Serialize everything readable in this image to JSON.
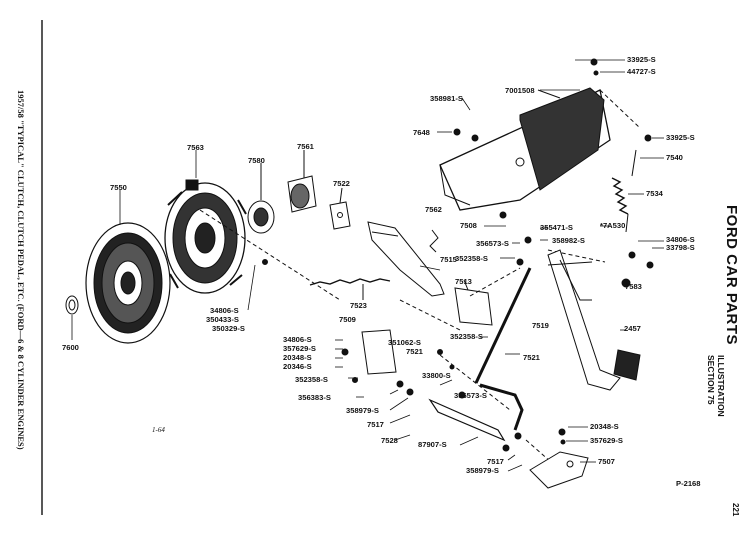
{
  "page": {
    "side_title": "1957/58 \"TYPICAL\" CLUTCH, CLUTCH PEDAL, ETC. (FORD—6 & 8 CYLINDER ENGINES)",
    "brand": "FORD CAR PARTS",
    "illustration_line1": "ILLUSTRATION",
    "illustration_line2": "SECTION 75",
    "page_number": "221",
    "plate_code": "P-2168",
    "small_mark": "1-64"
  },
  "parts": {
    "p7600": "7600",
    "p7550": "7550",
    "p7563": "7563",
    "p7580": "7580",
    "p7561": "7561",
    "p7522": "7522",
    "p34806a": "34806-S",
    "p350433": "350433-S",
    "p350329": "350329-S",
    "p7562": "7562",
    "p7523": "7523",
    "p7515": "7515",
    "p7513": "7513",
    "p7509": "7509",
    "p34806b": "34806-S",
    "p357629a": "357629-S",
    "p20348a": "20348-S",
    "p20346": "20346-S",
    "p351062": "351062-S",
    "p7521a": "7521",
    "p352358a": "352358-S",
    "p352358b": "352358-S",
    "p33800": "33800-S",
    "p356383": "356383-S",
    "p358979a": "358979-S",
    "p7517a": "7517",
    "p7528": "7528",
    "p87907": "87907-S",
    "p7517b": "7517",
    "p358979b": "358979-S",
    "p356573a": "356573-S",
    "p7521b": "7521",
    "p352358c": "352358-S",
    "p356573b": "356573-S",
    "p355471": "355471-S",
    "p358982": "358982-S",
    "p7508": "7508",
    "p7519": "7519",
    "p7648": "7648",
    "p358981": "358981-S",
    "p7001508": "7001508",
    "p33925a": "33925-S",
    "p44727": "44727-S",
    "p33925b": "33925-S",
    "p7540": "7540",
    "p7534": "7534",
    "p7A530": "*7A530",
    "p34806c": "34806-S",
    "p33798": "33798-S",
    "p7583": "7583",
    "p2457": "2457",
    "p20348b": "20348-S",
    "p357629b": "357629-S",
    "p7507": "7507"
  }
}
